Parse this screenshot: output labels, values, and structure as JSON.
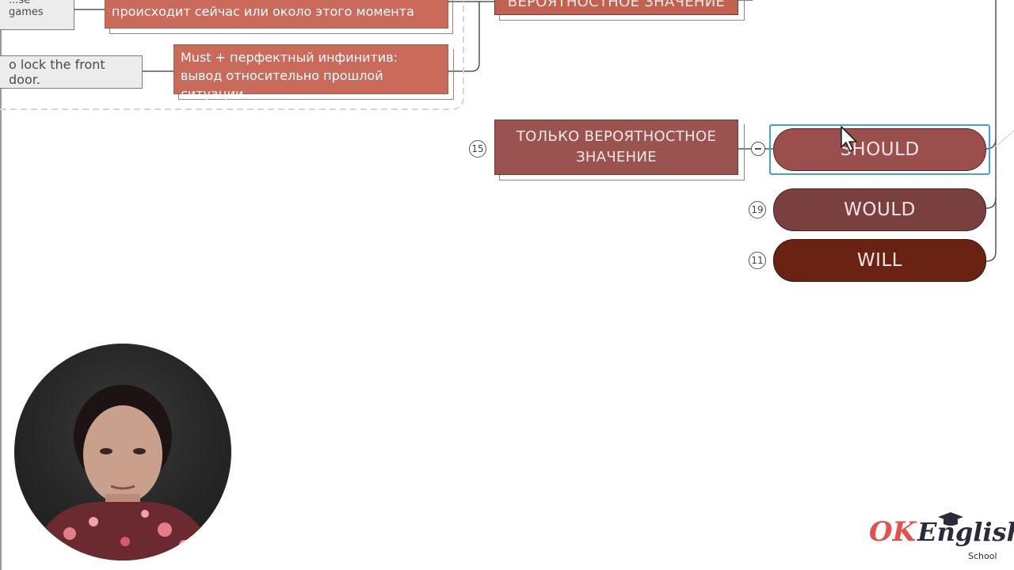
{
  "examples": {
    "top_partial": "...se games",
    "door": "o lock the front door."
  },
  "notes": {
    "present": "происходит сейчас или около этого момента",
    "perfect": "Must + перфектный инфинитив: вывод относительно прошлой ситуации"
  },
  "topics": {
    "top_partial": "ВЕРОЯТНОСТНОЕ ЗНАЧЕНИЕ",
    "only_probable": "ТОЛЬКО ВЕРОЯТНОСТНОЕ ЗНАЧЕНИЕ",
    "only_probable_count": "15"
  },
  "modals": [
    {
      "label": "SHOULD",
      "count": "",
      "color": "#9b4f4c",
      "selected": true
    },
    {
      "label": "WOULD",
      "count": "19",
      "color": "#7a3f3f",
      "selected": false
    },
    {
      "label": "WILL",
      "count": "11",
      "color": "#6a2312",
      "selected": false
    }
  ],
  "logo": {
    "ok": "OK",
    "english": "English",
    "school": "School"
  },
  "colors": {
    "note_bg": "#c96a5a",
    "topic_bg": "#9b5350",
    "selection": "#3fa0f0"
  }
}
